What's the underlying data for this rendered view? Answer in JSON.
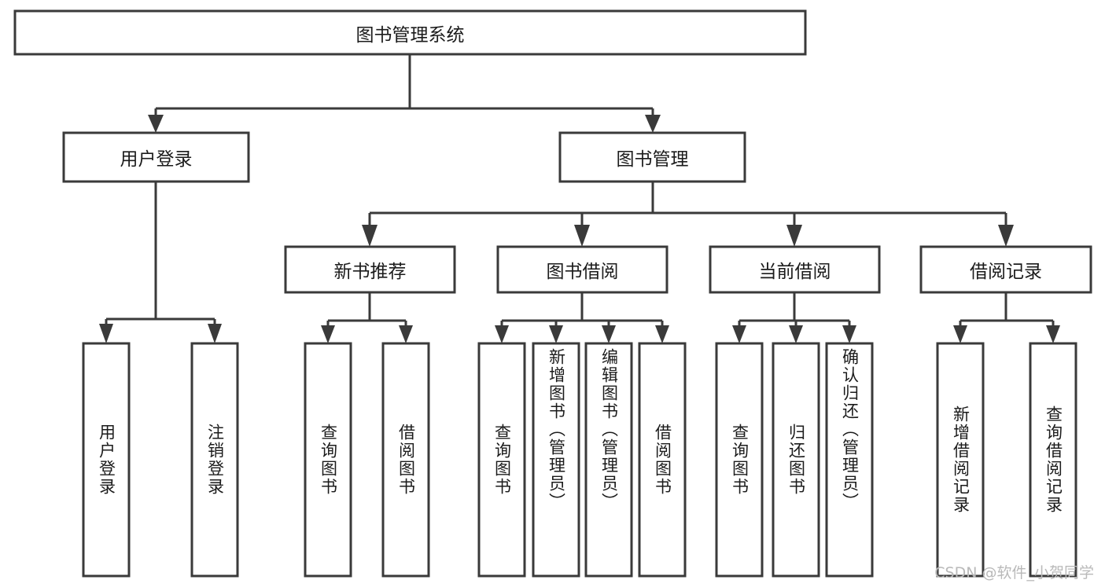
{
  "diagram": {
    "type": "tree-hierarchy",
    "title": "图书管理系统",
    "watermark": "CSDN @软件_小贺同学",
    "colors": {
      "box_stroke": "#3a3a3a",
      "box_fill": "#ffffff",
      "text": "#1b1b1b",
      "background": "#ffffff",
      "watermark": "#b9b9b9"
    },
    "nodes": {
      "root": {
        "label": "图书管理系统",
        "level": 1,
        "orientation": "horizontal"
      },
      "level2": [
        {
          "id": "user-login",
          "label": "用户登录",
          "orientation": "horizontal"
        },
        {
          "id": "book-management",
          "label": "图书管理",
          "orientation": "horizontal"
        }
      ],
      "level3": [
        {
          "id": "new-book-recommend",
          "label": "新书推荐",
          "orientation": "horizontal",
          "parent": "book-management"
        },
        {
          "id": "book-borrow",
          "label": "图书借阅",
          "orientation": "horizontal",
          "parent": "book-management"
        },
        {
          "id": "current-borrow",
          "label": "当前借阅",
          "orientation": "horizontal",
          "parent": "book-management"
        },
        {
          "id": "borrow-record",
          "label": "借阅记录",
          "orientation": "horizontal",
          "parent": "book-management"
        }
      ],
      "leaves": [
        {
          "id": "leaf-user-login",
          "label": "用户登录",
          "orientation": "vertical",
          "parent": "user-login"
        },
        {
          "id": "leaf-logout",
          "label": "注销登录",
          "orientation": "vertical",
          "parent": "user-login"
        },
        {
          "id": "leaf-query-book-1",
          "label": "查询图书",
          "orientation": "vertical",
          "parent": "new-book-recommend"
        },
        {
          "id": "leaf-borrow-book-1",
          "label": "借阅图书",
          "orientation": "vertical",
          "parent": "new-book-recommend"
        },
        {
          "id": "leaf-query-book-2",
          "label": "查询图书",
          "orientation": "vertical",
          "parent": "book-borrow"
        },
        {
          "id": "leaf-add-book",
          "label": "新增图书（管理员）",
          "orientation": "vertical",
          "parent": "book-borrow"
        },
        {
          "id": "leaf-edit-book",
          "label": "编辑图书（管理员）",
          "orientation": "vertical",
          "parent": "book-borrow"
        },
        {
          "id": "leaf-borrow-book-2",
          "label": "借阅图书",
          "orientation": "vertical",
          "parent": "book-borrow"
        },
        {
          "id": "leaf-query-book-3",
          "label": "查询图书",
          "orientation": "vertical",
          "parent": "current-borrow"
        },
        {
          "id": "leaf-return-book",
          "label": "归还图书",
          "orientation": "vertical",
          "parent": "current-borrow"
        },
        {
          "id": "leaf-confirm-return",
          "label": "确认归还（管理员）",
          "orientation": "vertical",
          "parent": "current-borrow"
        },
        {
          "id": "leaf-add-record",
          "label": "新增借阅记录",
          "orientation": "vertical",
          "parent": "borrow-record"
        },
        {
          "id": "leaf-query-record",
          "label": "查询借阅记录",
          "orientation": "vertical",
          "parent": "borrow-record"
        }
      ]
    }
  }
}
